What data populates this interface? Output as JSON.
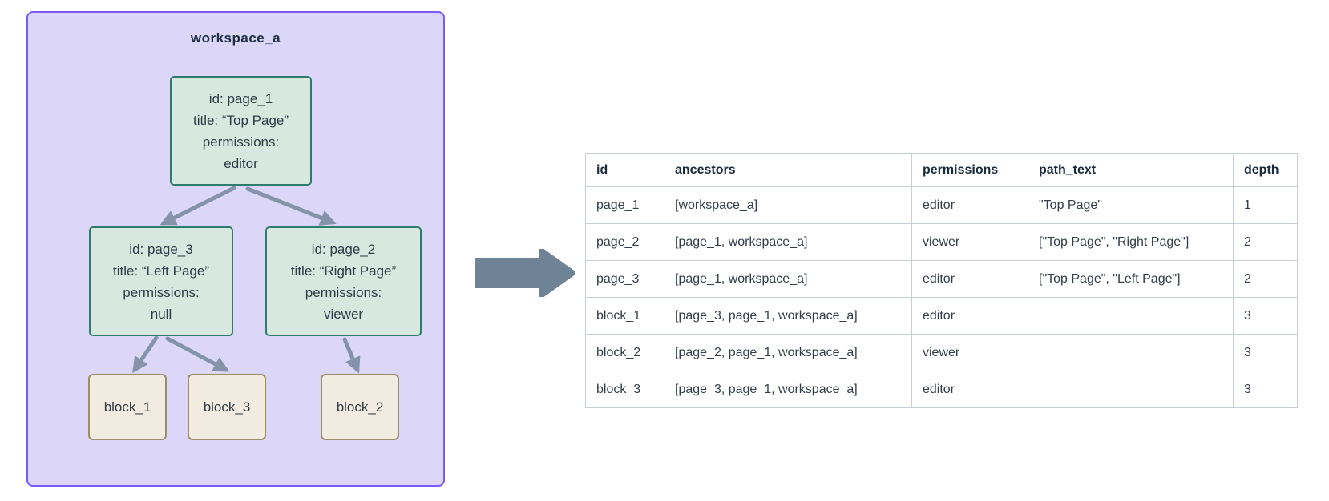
{
  "diagram": {
    "workspace_label": "workspace_a",
    "nodes": {
      "page_1": {
        "lines": [
          "id: page_1",
          "title: “Top Page”",
          "permissions:",
          "editor"
        ]
      },
      "page_3": {
        "lines": [
          "id: page_3",
          "title: “Left Page”",
          "permissions:",
          "null"
        ]
      },
      "page_2": {
        "lines": [
          "id: page_2",
          "title: “Right Page”",
          "permissions:",
          "viewer"
        ]
      }
    },
    "blocks": {
      "block_1": {
        "label": "block_1"
      },
      "block_3": {
        "label": "block_3"
      },
      "block_2": {
        "label": "block_2"
      }
    },
    "icons": {
      "flow_arrow": "right-arrow"
    }
  },
  "table": {
    "columns": [
      "id",
      "ancestors",
      "permissions",
      "path_text",
      "depth"
    ],
    "rows": [
      {
        "id": "page_1",
        "ancestors": "[workspace_a]",
        "permissions": "editor",
        "path_text": "\"Top Page\"",
        "depth": "1"
      },
      {
        "id": "page_2",
        "ancestors": "[page_1, workspace_a]",
        "permissions": "viewer",
        "path_text": "[\"Top Page\", \"Right Page\"]",
        "depth": "2"
      },
      {
        "id": "page_3",
        "ancestors": "[page_1, workspace_a]",
        "permissions": "editor",
        "path_text": "[\"Top Page\", \"Left Page\"]",
        "depth": "2"
      },
      {
        "id": "block_1",
        "ancestors": "[page_3, page_1, workspace_a]",
        "permissions": "editor",
        "path_text": "",
        "depth": "3"
      },
      {
        "id": "block_2",
        "ancestors": "[page_2, page_1, workspace_a]",
        "permissions": "viewer",
        "path_text": "",
        "depth": "3"
      },
      {
        "id": "block_3",
        "ancestors": "[page_3, page_1, workspace_a]",
        "permissions": "editor",
        "path_text": "",
        "depth": "3"
      }
    ]
  },
  "colors": {
    "container_fill": "#dcd7f8",
    "container_border": "#7a5af5",
    "page_fill": "#d7e8df",
    "page_border": "#2e7d6c",
    "block_fill": "#f1ecdf",
    "block_border": "#9c8e69",
    "tree_arrow": "#8593a8",
    "flow_arrow": "#6e8395",
    "table_border": "#c9cfd9",
    "text_dark": "#2f3b46"
  }
}
